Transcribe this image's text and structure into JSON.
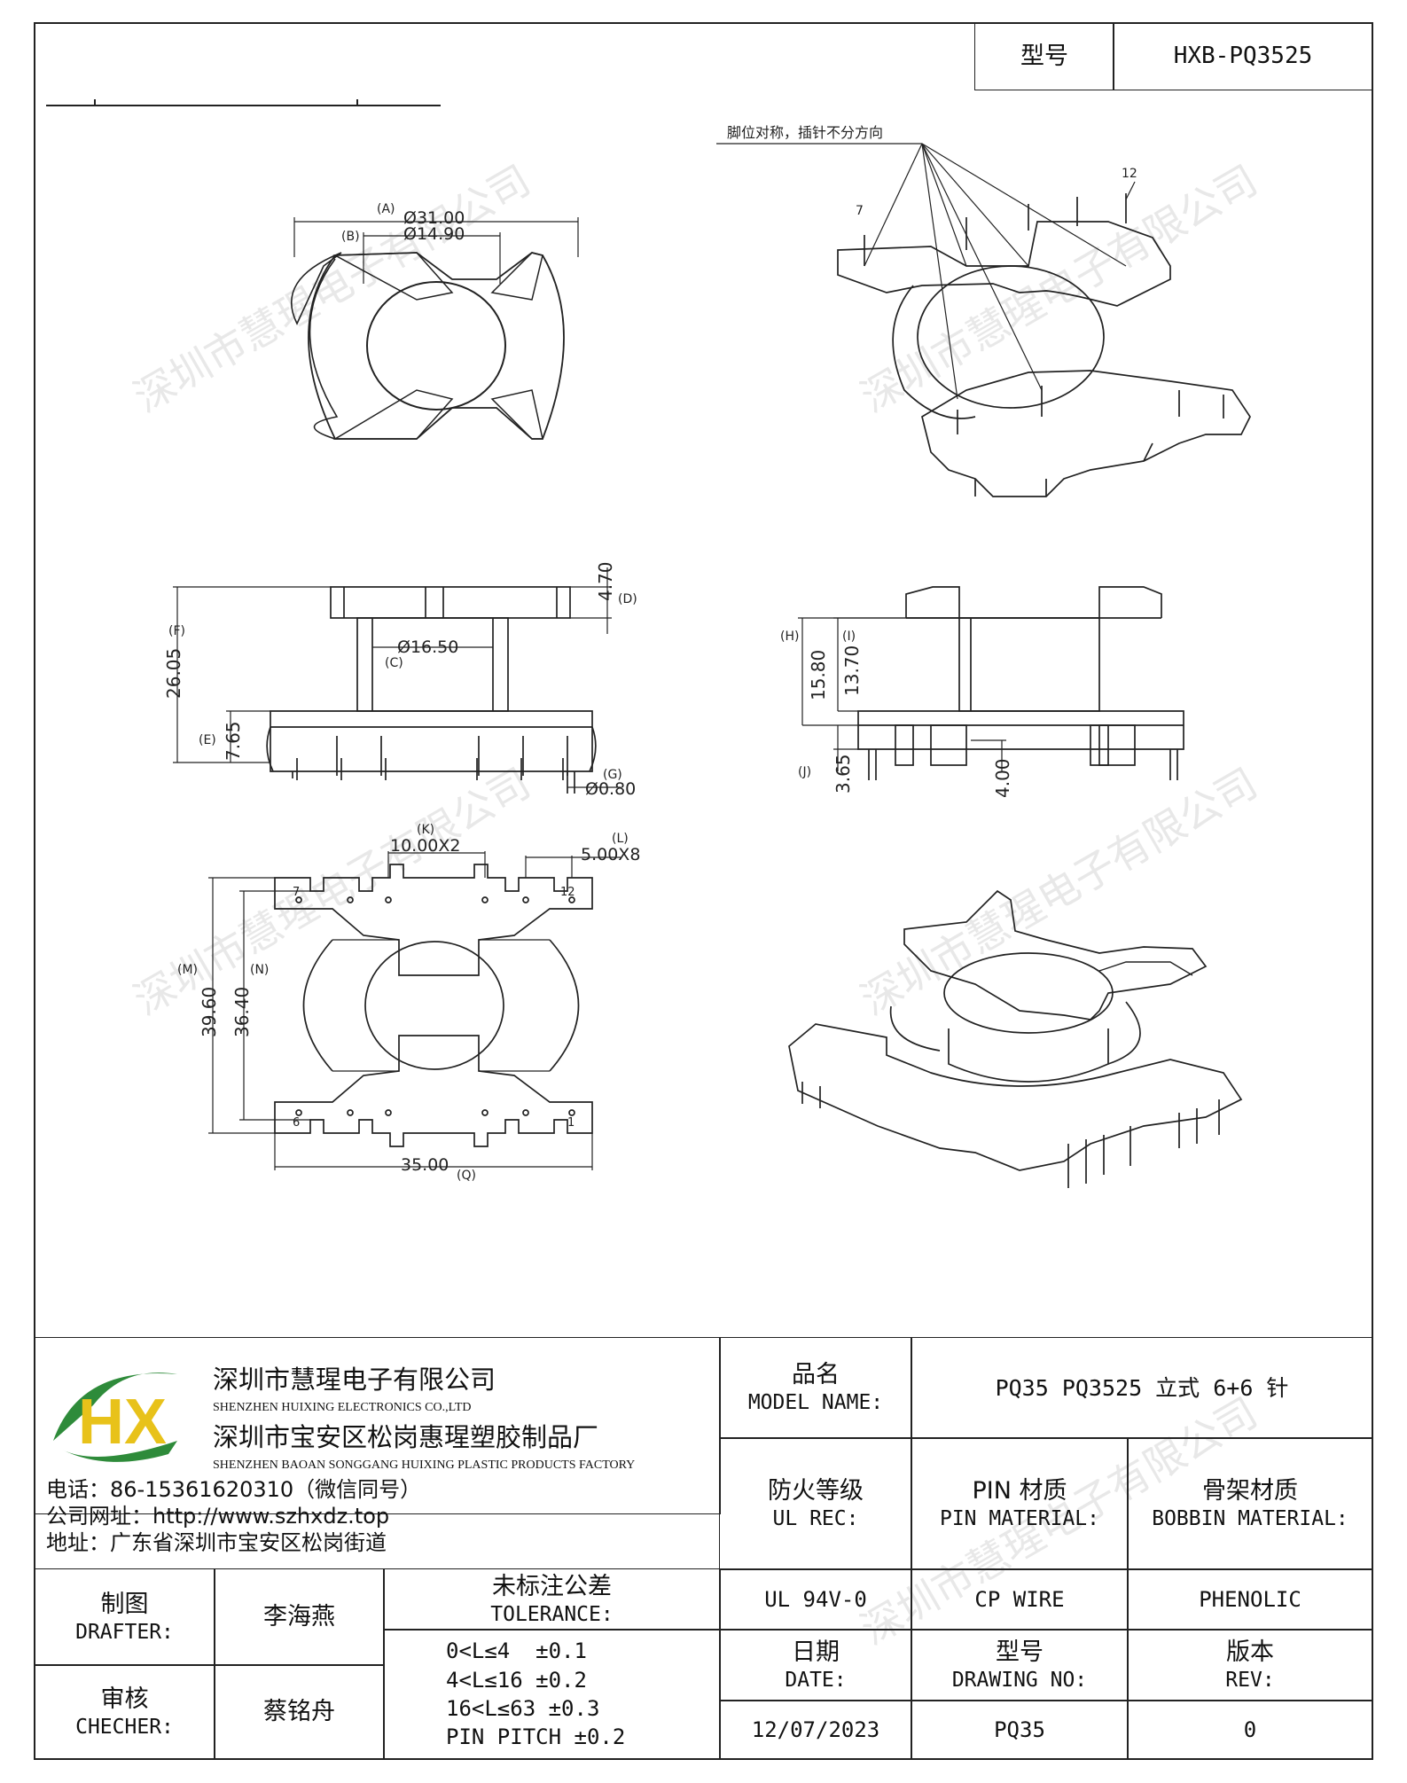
{
  "header": {
    "model_label": "型号",
    "model_value": "HXB-PQ3525"
  },
  "watermark": "深圳市慧瑆电子有限公司",
  "drawing": {
    "note": "脚位对称，插针不分方向",
    "pins": {
      "p1": "1",
      "p6": "6",
      "p7": "7",
      "p12": "12"
    },
    "top_view": {
      "A_label": "(A)",
      "A": "Ø31.00",
      "B_label": "(B)",
      "B": "Ø14.90"
    },
    "front_view": {
      "F_label": "(F)",
      "F": "26.05",
      "D_label": "(D)",
      "D": "4.70",
      "C_label": "(C)",
      "C": "Ø16.50",
      "E_label": "(E)",
      "E": "7.65",
      "G_label": "(G)",
      "G": "Ø0.80"
    },
    "side_view": {
      "H_label": "(H)",
      "H": "15.80",
      "I_label": "(I)",
      "I": "13.70",
      "J_label": "(J)",
      "J": "3.65",
      "extra": "4.00"
    },
    "bottom_view": {
      "K_label": "(K)",
      "K": "10.00X2",
      "L_label": "(L)",
      "L": "5.00X8",
      "M_label": "(M)",
      "M": "39.60",
      "N_label": "(N)",
      "N": "36.40",
      "Q_label": "(Q)",
      "Q": "35.00"
    }
  },
  "company": {
    "logo_text": "HX",
    "name_cn": "深圳市慧瑆电子有限公司",
    "name_en": "SHENZHEN HUIXING ELECTRONICS CO.,LTD",
    "factory_cn": "深圳市宝安区松岗惠瑆塑胶制品厂",
    "factory_en": "SHENZHEN BAOAN SONGGANG HUIXING PLASTIC PRODUCTS FACTORY",
    "phone": "电话：86-15361620310（微信同号）",
    "website": "公司网址：http://www.szhxdz.top",
    "address": "地址：广东省深圳市宝安区松岗街道"
  },
  "titleblock": {
    "model_name_cn": "品名",
    "model_name_en": "MODEL NAME:",
    "model_name_value": "PQ35 PQ3525 立式 6+6 针",
    "ul_cn": "防火等级",
    "ul_en": "UL REC:",
    "pin_cn": "PIN 材质",
    "pin_en": "PIN MATERIAL:",
    "bobbin_cn": "骨架材质",
    "bobbin_en": "BOBBIN MATERIAL:",
    "ul_value": "UL 94V-0",
    "pin_value": "CP WIRE",
    "bobbin_value": "PHENOLIC",
    "drafter_cn": "制图",
    "drafter_en": "DRAFTER:",
    "drafter_name": "李海燕",
    "checker_cn": "审核",
    "checker_en": "CHECHER:",
    "checker_name": "蔡铭舟",
    "tol_cn": "未标注公差",
    "tol_en": "TOLERANCE:",
    "tol_lines": [
      "0<L≤4  ±0.1",
      "4<L≤16 ±0.2",
      "16<L≤63 ±0.3",
      "PIN PITCH ±0.2"
    ],
    "date_cn": "日期",
    "date_en": "DATE:",
    "date_value": "12/07/2023",
    "dwg_cn": "型号",
    "dwg_en": "DRAWING NO:",
    "dwg_value": "PQ35",
    "rev_cn": "版本",
    "rev_en": "REV:",
    "rev_value": "0"
  }
}
